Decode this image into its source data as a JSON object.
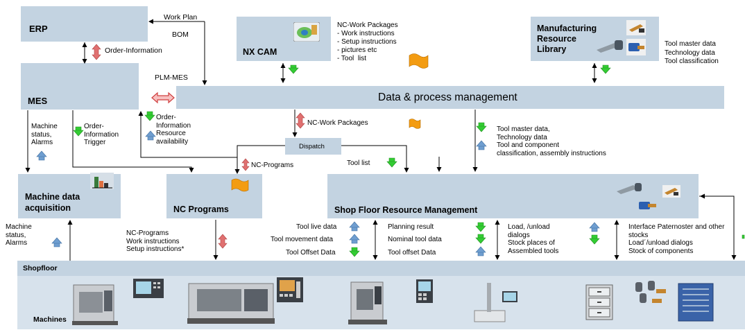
{
  "boxes": {
    "erp": "ERP",
    "mes": "MES",
    "nxcam": "NX CAM",
    "mrl": "Manufacturing\nResource\nLibrary",
    "dpm": "Data & process management",
    "mda": "Machine data\nacquisition",
    "ncprog": "NC Programs",
    "sfrm": "Shop Floor Resource Management",
    "dispatch": "Dispatch",
    "shopfloor": "Shopfloor",
    "machines": "Machines"
  },
  "labels": {
    "work_plan": "Work Plan",
    "bom": "BOM",
    "order_info": "Order-Information",
    "plm_mes": "PLM-MES",
    "nx_packages": "NC-Work Packages\n- Work instructions\n- Setup instructions\n- pictures etc\n- Tool  list",
    "mrl_data": "Tool master data\nTechnology data\nTool classification",
    "machine_status_mid": "Machine\nstatus,\nAlarms",
    "order_trigger": "Order-\nInformation\nTrigger",
    "order_resource": "Order-\nInformation\nResource\navailability",
    "nc_work_packages": "NC-Work Packages",
    "tool_master_right": "Tool master data,\nTechnology data\nTool and component\nclassification, assembly instructions",
    "nc_programs_arrow": "NC-Programs",
    "tool_list": "Tool list",
    "machine_status_bottom": "Machine\nstatus,\nAlarms",
    "nc_bottom": "NC-Programs\nWork instructions\nSetup instructions*",
    "tool_live": "Tool live data",
    "tool_movement": "Tool movement  data",
    "tool_offset_left": "Tool Offset Data",
    "planning_result": "Planning result",
    "nominal_tool": "Nominal tool data",
    "tool_offset_right": "Tool offset Data",
    "load_unload": "Load, /unload\ndialogs\nStock places of\nAssembled tools",
    "interface": "Interface Paternoster and other\nstocks\nLoad´/unload dialogs\nStock of components"
  },
  "colors": {
    "box": "#c3d3e1",
    "arrow_green": "#33cc33",
    "arrow_blue": "#6f9ed0",
    "arrow_red": "#e07070",
    "doc_orange": "#f39c12"
  }
}
